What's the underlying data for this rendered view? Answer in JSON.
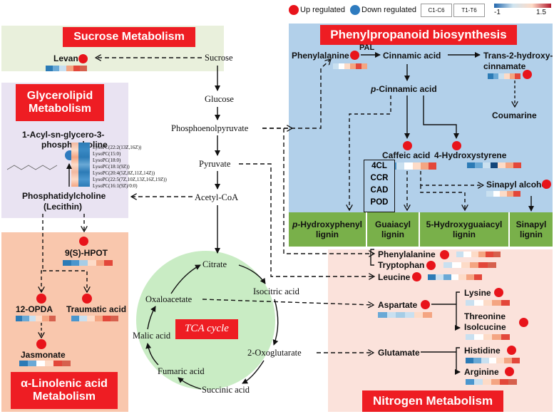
{
  "legend": {
    "up": "Up regulated",
    "down": "Down regulated",
    "box1": "C1-C6",
    "box2": "T1-T6",
    "scale_min": "-1",
    "scale_max": "1.5"
  },
  "titles": {
    "sucrose": "Sucrose Metabolism",
    "glycero": "Glycerolipid Metabolism",
    "phenyl": "Phenylpropanoid biosynthesis",
    "linolenic": "α-Linolenic acid Metabolism",
    "nitrogen": "Nitrogen Metabolism",
    "tca": "TCA cycle"
  },
  "central": {
    "sucrose": "Sucrose",
    "glucose": "Glucose",
    "pep": "Phosphoenolpyruvate",
    "pyruvate": "Pyruvate",
    "acetyl": "Acetyl-CoA",
    "citrate": "Citrate",
    "isocitric": "Isocitric acid",
    "oxoglut": "2-Oxoglutarate",
    "succinic": "Succinic acid",
    "fumaric": "Fumaric acid",
    "malic": "Malic acid",
    "oxaloacetate": "Oxaloacetate"
  },
  "sucrose_panel": {
    "levan": "Levan"
  },
  "glycero_panel": {
    "acyl_line1": "1-Acyl-sn-glycero-3-",
    "acyl_line2": "phosphocholine",
    "pc_line1": "Phosphatidylcholine",
    "pc_line2": "(Lecithin)",
    "lyso": [
      "LysoPC(22:2(13Z,16Z))",
      "LysoPC(15:0)",
      "LysoPC(18:0)",
      "LysoPC(18:1(9Z))",
      "LysoPC(20:4(5Z,8Z,11Z,14Z))",
      "LysoPC(22:5(7Z,10Z,13Z,16Z,19Z))",
      "LysoPC(16:1(9Z)/0:0)"
    ]
  },
  "linolenic_panel": {
    "hpot": "9(S)-HPOT",
    "opda": "12-OPDA",
    "traumatic": "Traumatic acid",
    "jasmonate": "Jasmonate"
  },
  "phenyl_panel": {
    "phenylalanine": "Phenylalanine",
    "pal": "PAL",
    "cinnamic": "Cinnamic acid",
    "trans_line1": "Trans-2-hydroxy-",
    "trans_line2": "cinnamate",
    "pcinnamic_prefix": "p-",
    "pcinnamic_rest": "Cinnamic acid",
    "coumarine": "Coumarine",
    "caffeic": "Caffeic acid",
    "hydroxystyrene": "4-Hydroxystyrene",
    "sinapyl": "Sinapyl alcohol",
    "enzymes": [
      "4CL",
      "CCR",
      "CAD",
      "POD"
    ],
    "lignins": [
      {
        "prefix": "p-",
        "line1": "Hydroxyphenyl",
        "line2": "lignin"
      },
      {
        "prefix": "",
        "line1": "Guaiacyl",
        "line2": "lignin"
      },
      {
        "prefix": "",
        "line1": "5-Hydroxyguaiacyl",
        "line2": "lignin"
      },
      {
        "prefix": "",
        "line1": "Sinapyl",
        "line2": "lignin"
      }
    ]
  },
  "nitrogen_panel": {
    "phenylalanine": "Phenylalanine",
    "tryptophan": "Tryptophan",
    "leucine": "Leucine",
    "aspartate": "Aspartate",
    "glutamate": "Glutamate",
    "lysine": "Lysine",
    "threonine": "Threonine",
    "isoleucine": "Isolcucine",
    "histidine": "Histidine",
    "arginine": "Arginine"
  },
  "colors": {
    "up": "#e8141b",
    "down": "#2e7bbf",
    "title_bg": "#ee1d23",
    "phenyl_bg": "#b2d0ea",
    "nitrogen_bg": "#fbe2db",
    "linolenic_bg": "#f9c7ad",
    "glycero_bg": "#e9e3f2",
    "sucrose_bg": "#e9f0dc",
    "tca_bg": "#c9ecc4",
    "lignin_bg": "#79b04a"
  }
}
